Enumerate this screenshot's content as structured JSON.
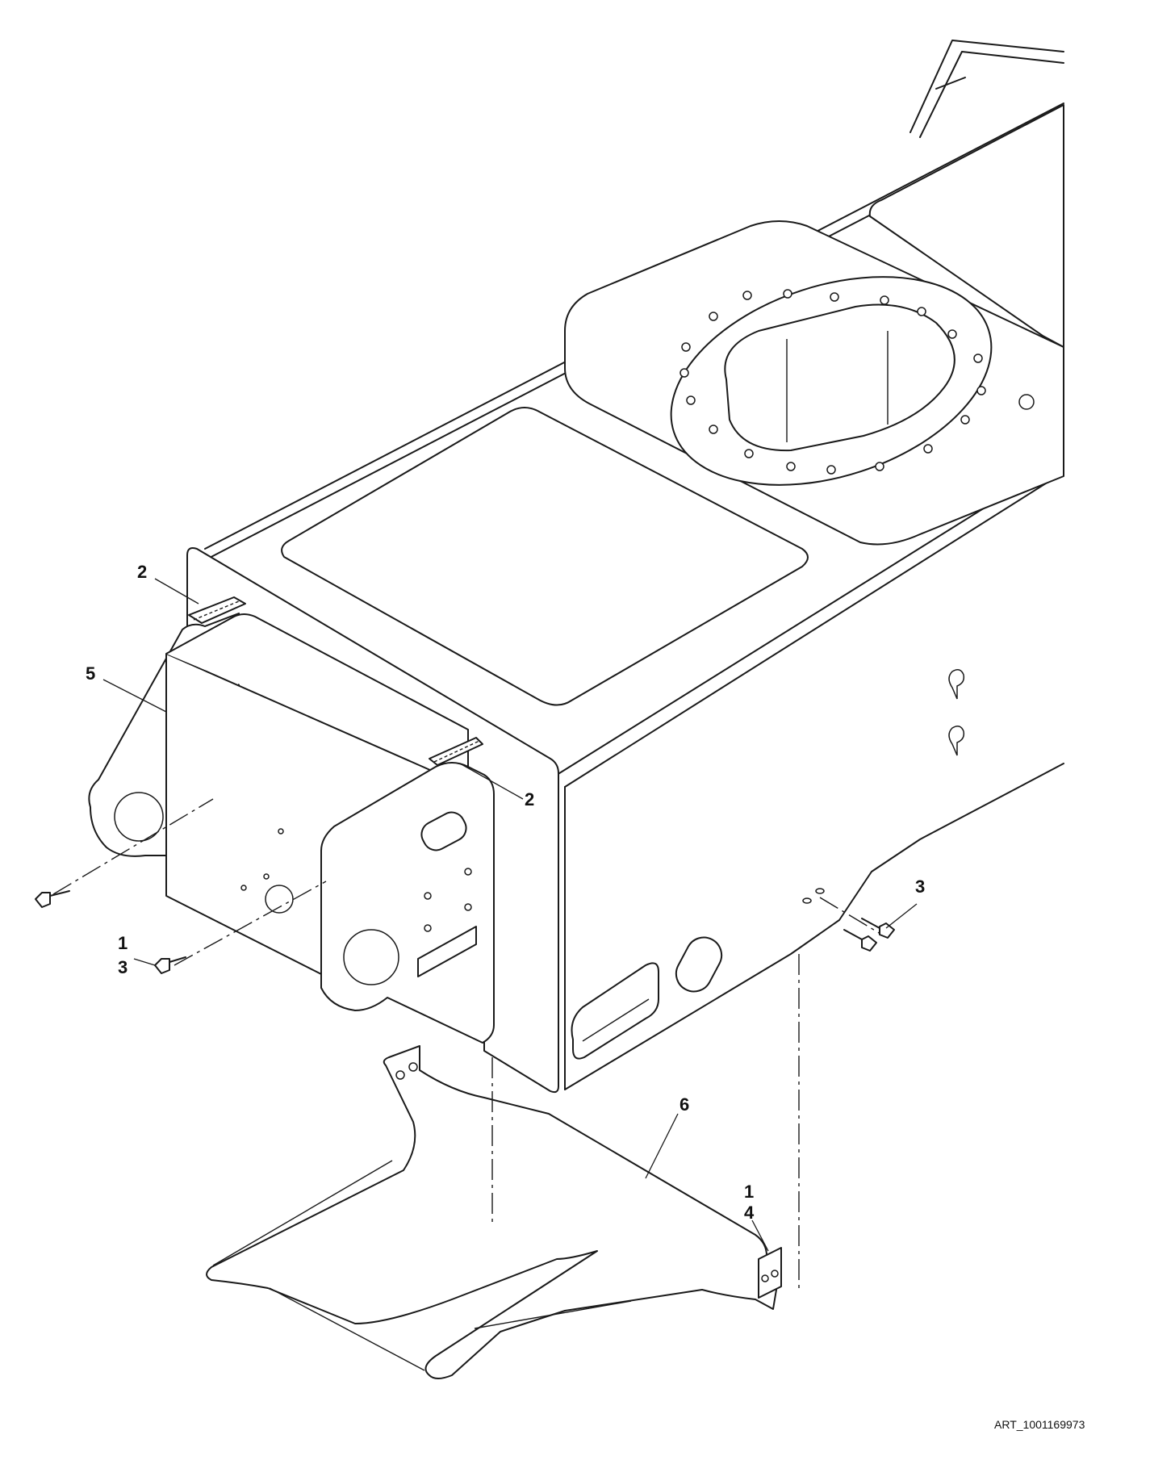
{
  "callouts": {
    "c_2_top": "2",
    "c_5": "5",
    "c_2_right": "2",
    "c_3_right": "3",
    "c_1_left": "1",
    "c_3_left": "3",
    "c_6": "6",
    "c_1_bottom": "1",
    "c_4": "4"
  },
  "art_id": "ART_1001169973",
  "colors": {
    "line": "#1a1a1a",
    "background": "#ffffff"
  }
}
